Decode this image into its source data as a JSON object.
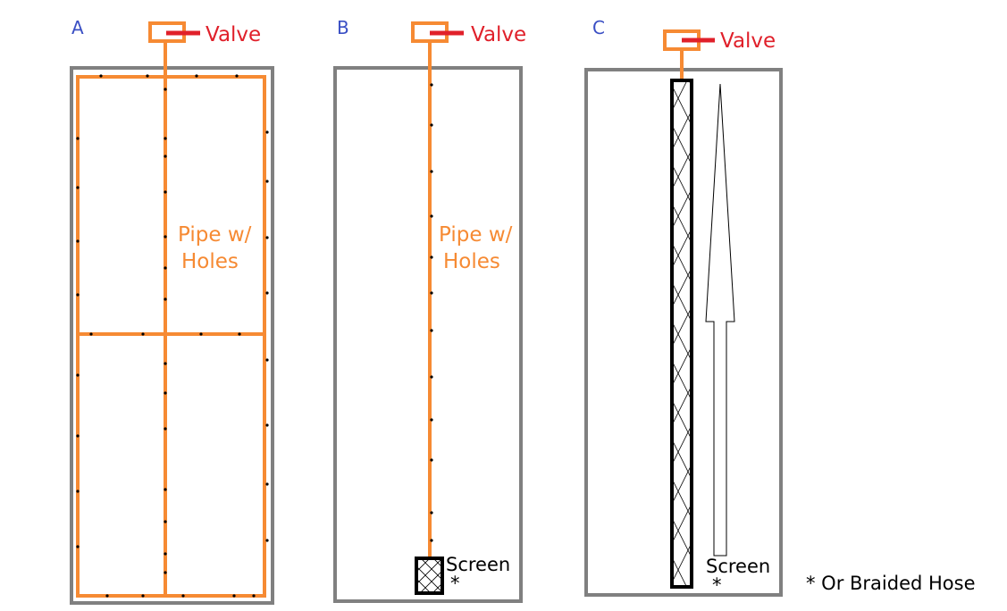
{
  "colors": {
    "tank_outline": "#808080",
    "pipe": "#f68a33",
    "valve_handle": "#e0202a",
    "valve_text": "#e0202a",
    "letter": "#3a4fc4",
    "pipe_text": "#f68a33",
    "ink": "#000000"
  },
  "panels": [
    {
      "letter": "A",
      "valve_label": "Valve",
      "pipe_label_line1": "Pipe w/",
      "pipe_label_line2": "Holes"
    },
    {
      "letter": "B",
      "valve_label": "Valve",
      "pipe_label_line1": "Pipe w/",
      "pipe_label_line2": "Holes",
      "screen_label": "Screen",
      "screen_mark": "*"
    },
    {
      "letter": "C",
      "valve_label": "Valve",
      "screen_label": "Screen",
      "screen_mark": "*"
    }
  ],
  "footnote": "* Or Braided Hose"
}
